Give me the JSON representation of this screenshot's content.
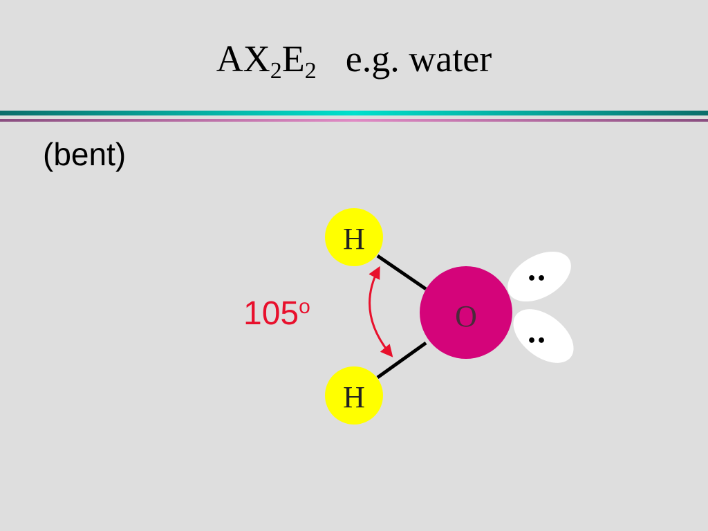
{
  "slide": {
    "title": {
      "main": "AX",
      "sub1": "2",
      "mid": "E",
      "sub2": "2",
      "tail": "e.g. water"
    },
    "subtitle": "(bent)"
  },
  "molecule": {
    "central_atom": "O",
    "top_atom": "H",
    "bottom_atom": "H",
    "lone_pair_symbol": "••",
    "bond_angle_value": "105",
    "bond_angle_unit": "o"
  },
  "colors": {
    "background": "#dedede",
    "hydrogen": "#ffff00",
    "oxygen": "#d4047a",
    "lone_pair": "#ffffff",
    "angle": "#e8102c",
    "rule_teal": "#00d8c8",
    "rule_pink": "#cc70b0"
  }
}
